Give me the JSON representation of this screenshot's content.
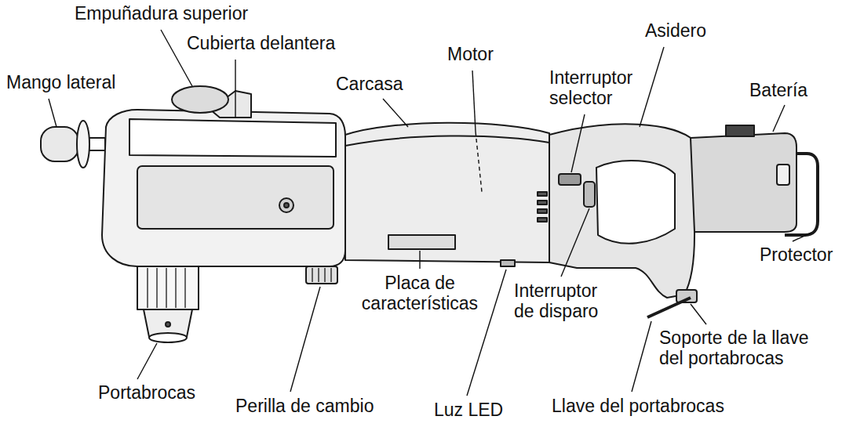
{
  "diagram": {
    "labels": [
      "Empuñadura superior",
      "Cubierta delantera",
      "Motor",
      "Asidero",
      "Mango lateral",
      "Carcasa",
      "Interruptor selector",
      "Batería",
      "Protector",
      "Placa de características",
      "Interruptor de disparo",
      "Soporte de la llave del portabrocas",
      "Portabrocas",
      "Perilla de cambio",
      "Luz LED",
      "Llave del portabrocas"
    ]
  }
}
